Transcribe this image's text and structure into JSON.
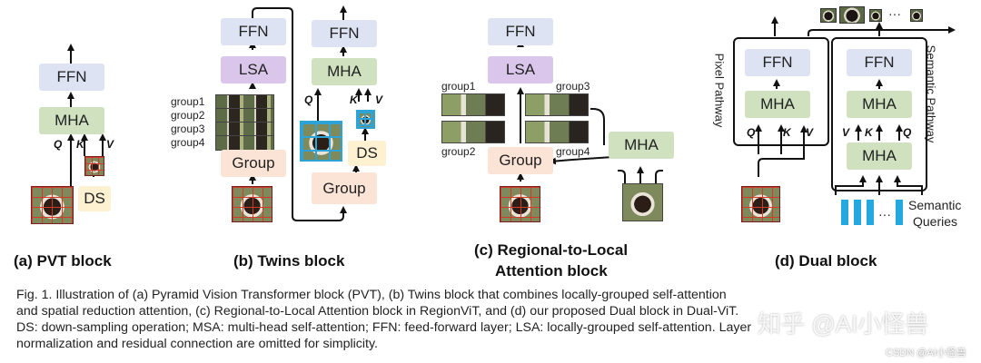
{
  "blocks": {
    "pvt": {
      "ffn": "FFN",
      "mha": "MHA",
      "ds": "DS",
      "q": "Q",
      "k": "K",
      "v": "V",
      "title": "(a) PVT block"
    },
    "twins": {
      "ffn_left": "FFN",
      "lsa": "LSA",
      "groups": [
        "group1",
        "group2",
        "group3",
        "group4"
      ],
      "group": "Group",
      "ffn_right": "FFN",
      "mha": "MHA",
      "q": "Q",
      "k": "K",
      "v": "V",
      "ds": "DS",
      "group_bottom": "Group",
      "title": "(b) Twins block"
    },
    "regional": {
      "ffn": "FFN",
      "lsa": "LSA",
      "groups": [
        "group1",
        "group3",
        "group2",
        "group4"
      ],
      "group": "Group",
      "mha": "MHA",
      "title_line1": "(c) Regional-to-Local",
      "title_line2": "Attention block"
    },
    "dual": {
      "ffn_left": "FFN",
      "mha_left": "MHA",
      "ffn_right": "FFN",
      "mha_right_top": "MHA",
      "mha_right_bottom": "MHA",
      "q": "Q",
      "k": "K",
      "v": "V",
      "v2": "V",
      "k2": "K",
      "q2": "Q",
      "pixel_pathway": "Pixel Pathway",
      "semantic_pathway": "Semantic Pathway",
      "ellipsis_top": "···",
      "ellipsis_bars": "···",
      "semantic_queries_line1": "Semantic",
      "semantic_queries_line2": "Queries",
      "title": "(d) Dual block"
    }
  },
  "caption": {
    "line1": "Fig. 1. Illustration of (a) Pyramid Vision Transformer block (PVT), (b) Twins block that combines locally-grouped self-attention",
    "line2": "and spatial reduction attention, (c) Regional-to-Local Attention block in RegionViT, and (d) our proposed Dual block in Dual-ViT.",
    "line3": "DS: down-sampling operation; MSA: multi-head self-attention; FFN: feed-forward layer; LSA: locally-grouped self-attention. Layer",
    "line4": "normalization and residual connection are omitted for simplicity."
  },
  "watermarks": {
    "zhihu": "知乎 @AI小怪兽",
    "csdn": "CSDN @AI小怪兽"
  }
}
